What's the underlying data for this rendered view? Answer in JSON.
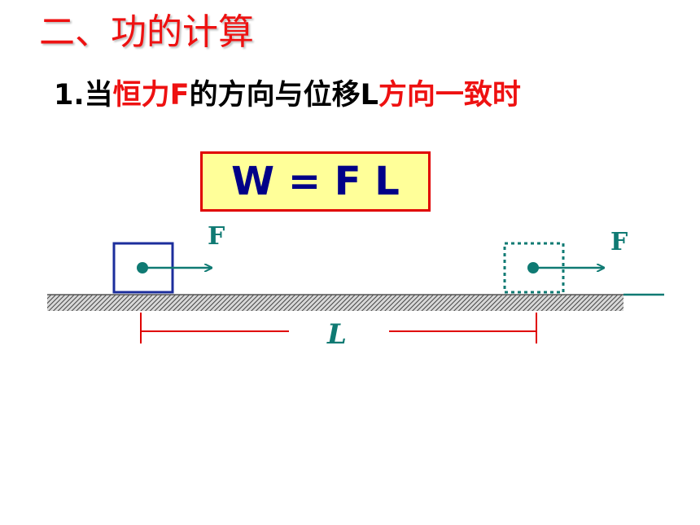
{
  "header": {
    "section_title": "二、功的计算",
    "subtitle_parts": [
      {
        "text": "1.当",
        "color": "black"
      },
      {
        "text": "恒力F",
        "color": "red"
      },
      {
        "text": "的方向与位移L",
        "color": "black"
      },
      {
        "text": "方向一致时",
        "color": "red"
      }
    ]
  },
  "formula": {
    "text": "W = F L"
  },
  "diagram": {
    "force_label_left": "F",
    "force_label_right": "F",
    "displacement_label": "L"
  },
  "colors": {
    "title_red": "#ee1111",
    "formula_fill": "#ffff99",
    "formula_border": "#e00000",
    "formula_text": "#000088",
    "box_blue": "#1c2e9c",
    "force_teal": "#0f7a73",
    "dimension_red": "#e00000",
    "ground_gray": "#555555"
  }
}
